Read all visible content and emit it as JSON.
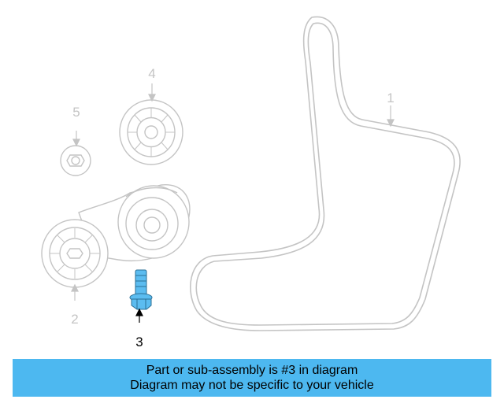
{
  "callouts": {
    "c1": "1",
    "c2": "2",
    "c3": "3",
    "c4": "4",
    "c5": "5"
  },
  "caption": {
    "line1": "Part or sub-assembly is #3 in diagram",
    "line2": "Diagram may not be specific to your vehicle"
  },
  "colors": {
    "linework": "#c4c4c4",
    "highlight_part": "#5bbcf0",
    "caption_bg": "#4db8f0",
    "active_callout": "#000000"
  }
}
